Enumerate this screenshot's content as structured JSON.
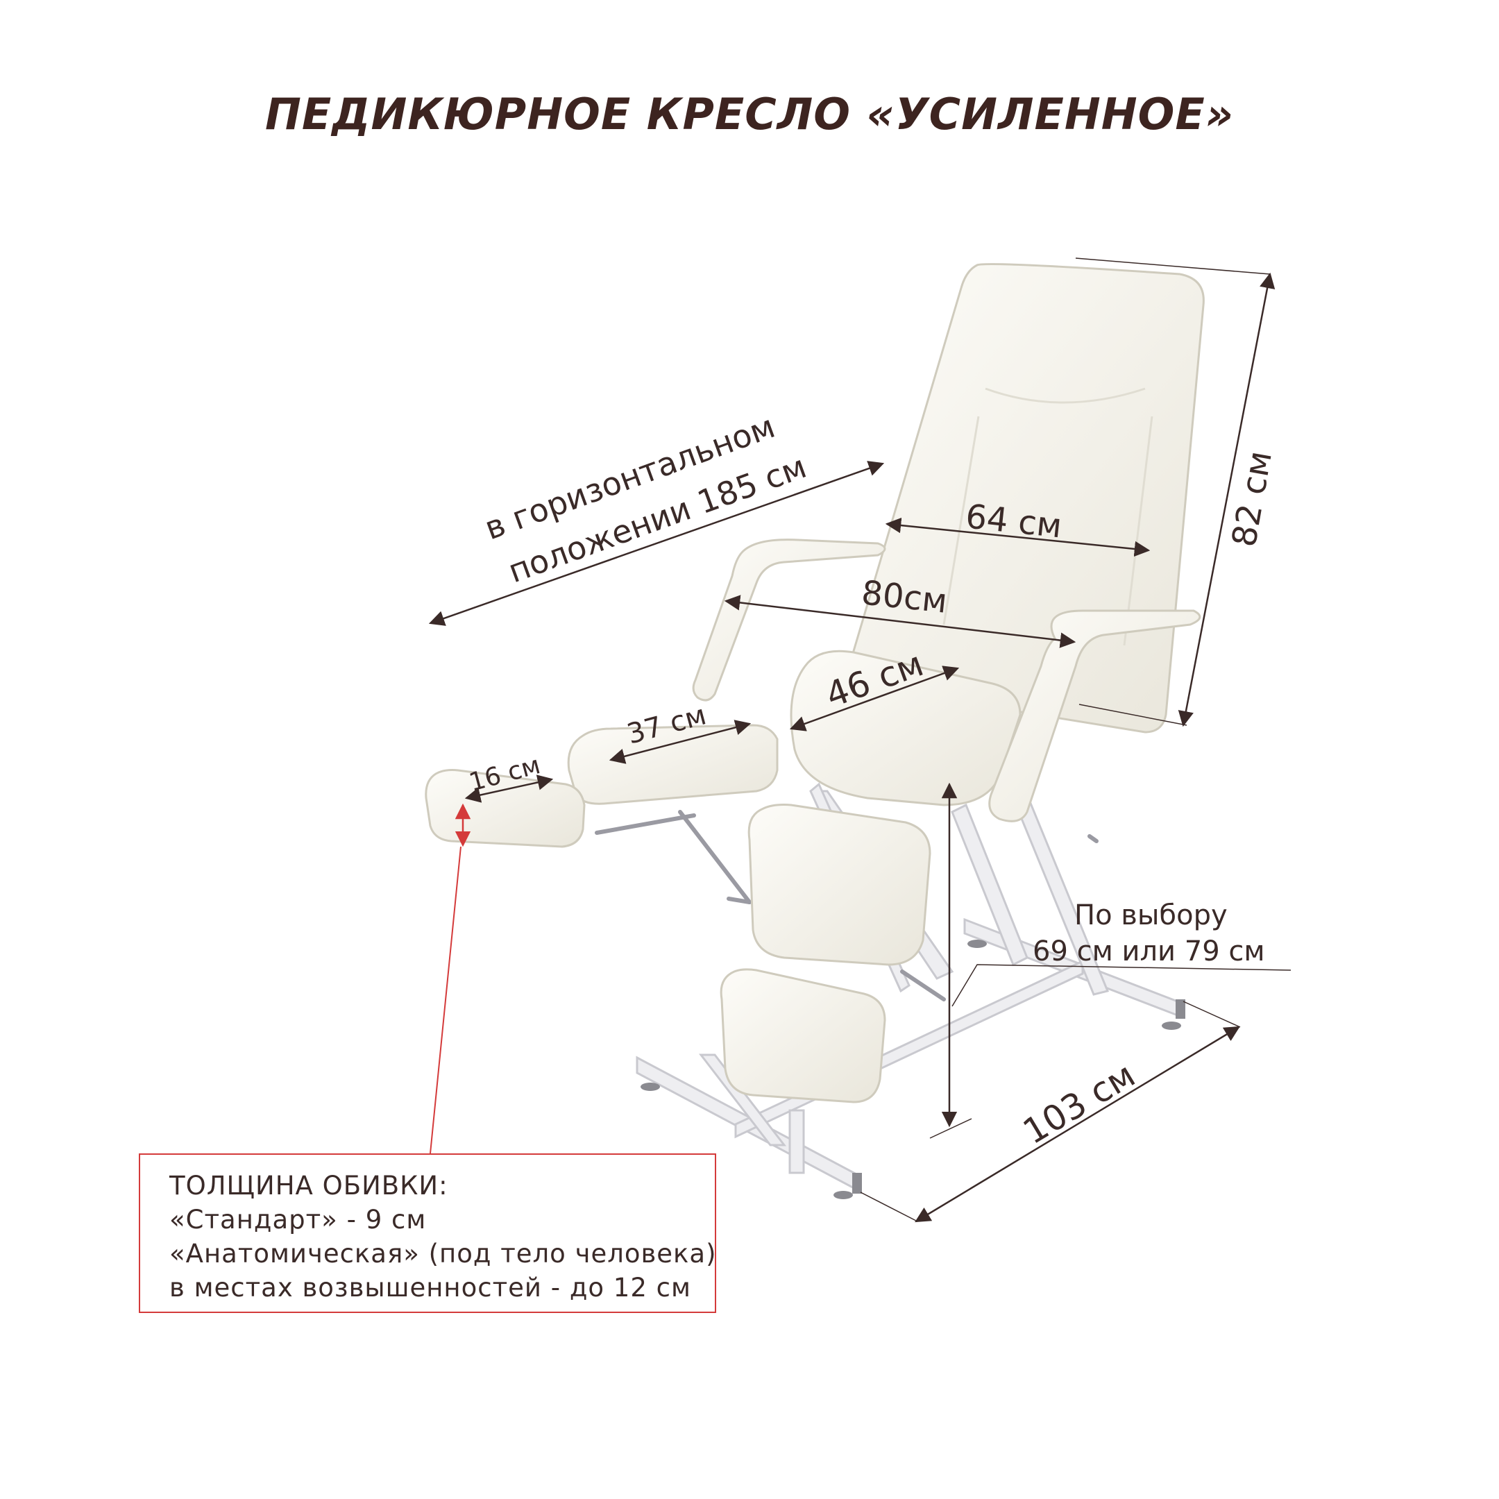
{
  "title": "ПЕДИКЮРНОЕ КРЕСЛО «УСИЛЕННОЕ»",
  "dimensions": {
    "horizontal_line1": "в горизонтальном",
    "horizontal_line2": "положении 185 см",
    "height_back": "82 см",
    "back_width": "64 см",
    "armrest_width": "80см",
    "seat_depth": "46 см",
    "leg_section": "37 см",
    "foot_rest": "16 см",
    "option_line1": "По выбору",
    "option_line2": "69 см или 79 см",
    "base_length": "103 см"
  },
  "note": {
    "heading": "ТОЛЩИНА ОБИВКИ:",
    "line1": "«Стандарт» - 9 см",
    "line2": "«Анатомическая» (под тело человека)",
    "line3": "в местах возвышенностей - до 12 см"
  },
  "colors": {
    "background": "#ffffff",
    "text": "#3a2a28",
    "title": "#3d2420",
    "upholstery": "#f7f5ee",
    "frame": "#e9e9ec",
    "note_border": "#d43a3a"
  }
}
